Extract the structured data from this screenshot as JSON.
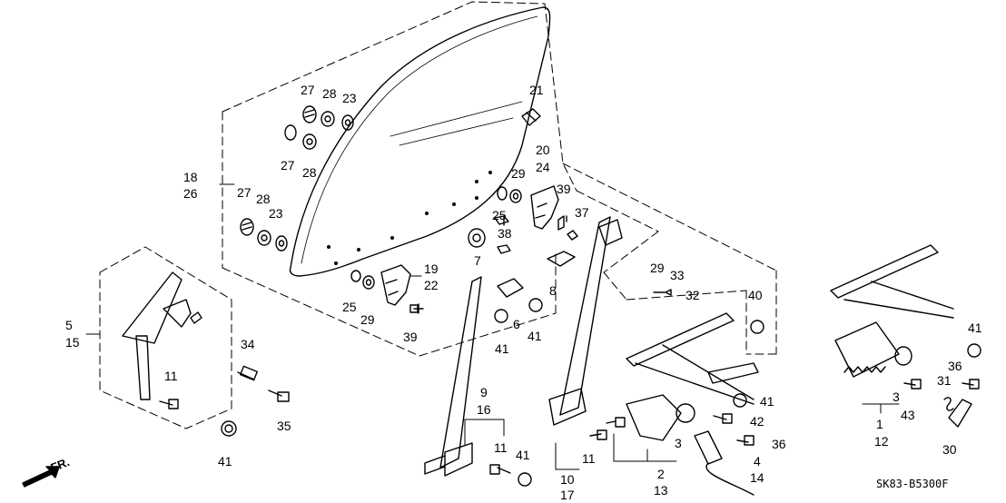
{
  "diagram": {
    "code": "SK83-B5300F",
    "direction_label": "FR.",
    "labels": {
      "n27a": "27",
      "n28a": "28",
      "n23a": "23",
      "n21": "21",
      "n27b": "27",
      "n28b": "28",
      "n18": "18",
      "n26": "26",
      "n27c": "27",
      "n28c": "28",
      "n23c": "23",
      "n20": "20",
      "n24": "24",
      "n29a": "29",
      "n25a": "25",
      "n39a": "39",
      "n37": "37",
      "n38": "38",
      "n7": "7",
      "n8": "8",
      "n19": "19",
      "n22": "22",
      "n25b": "25",
      "n29b": "29",
      "n39b": "39",
      "n5": "5",
      "n15": "15",
      "n34": "34",
      "n11a": "11",
      "n35": "35",
      "n41a": "41",
      "n6": "6",
      "n41b": "41",
      "n41c": "41",
      "n29c": "29",
      "n33": "33",
      "n32": "32",
      "n40": "40",
      "n9": "9",
      "n16": "16",
      "n11b": "11",
      "n41d": "41",
      "n10": "10",
      "n17": "17",
      "n11c": "11",
      "n41e": "41",
      "n42": "42",
      "n3a": "3",
      "n36a": "36",
      "n4": "4",
      "n14": "14",
      "n2": "2",
      "n13": "13",
      "n41f": "41",
      "n36b": "36",
      "n31": "31",
      "n3b": "3",
      "n43": "43",
      "n1": "1",
      "n12": "12",
      "n30": "30"
    }
  }
}
